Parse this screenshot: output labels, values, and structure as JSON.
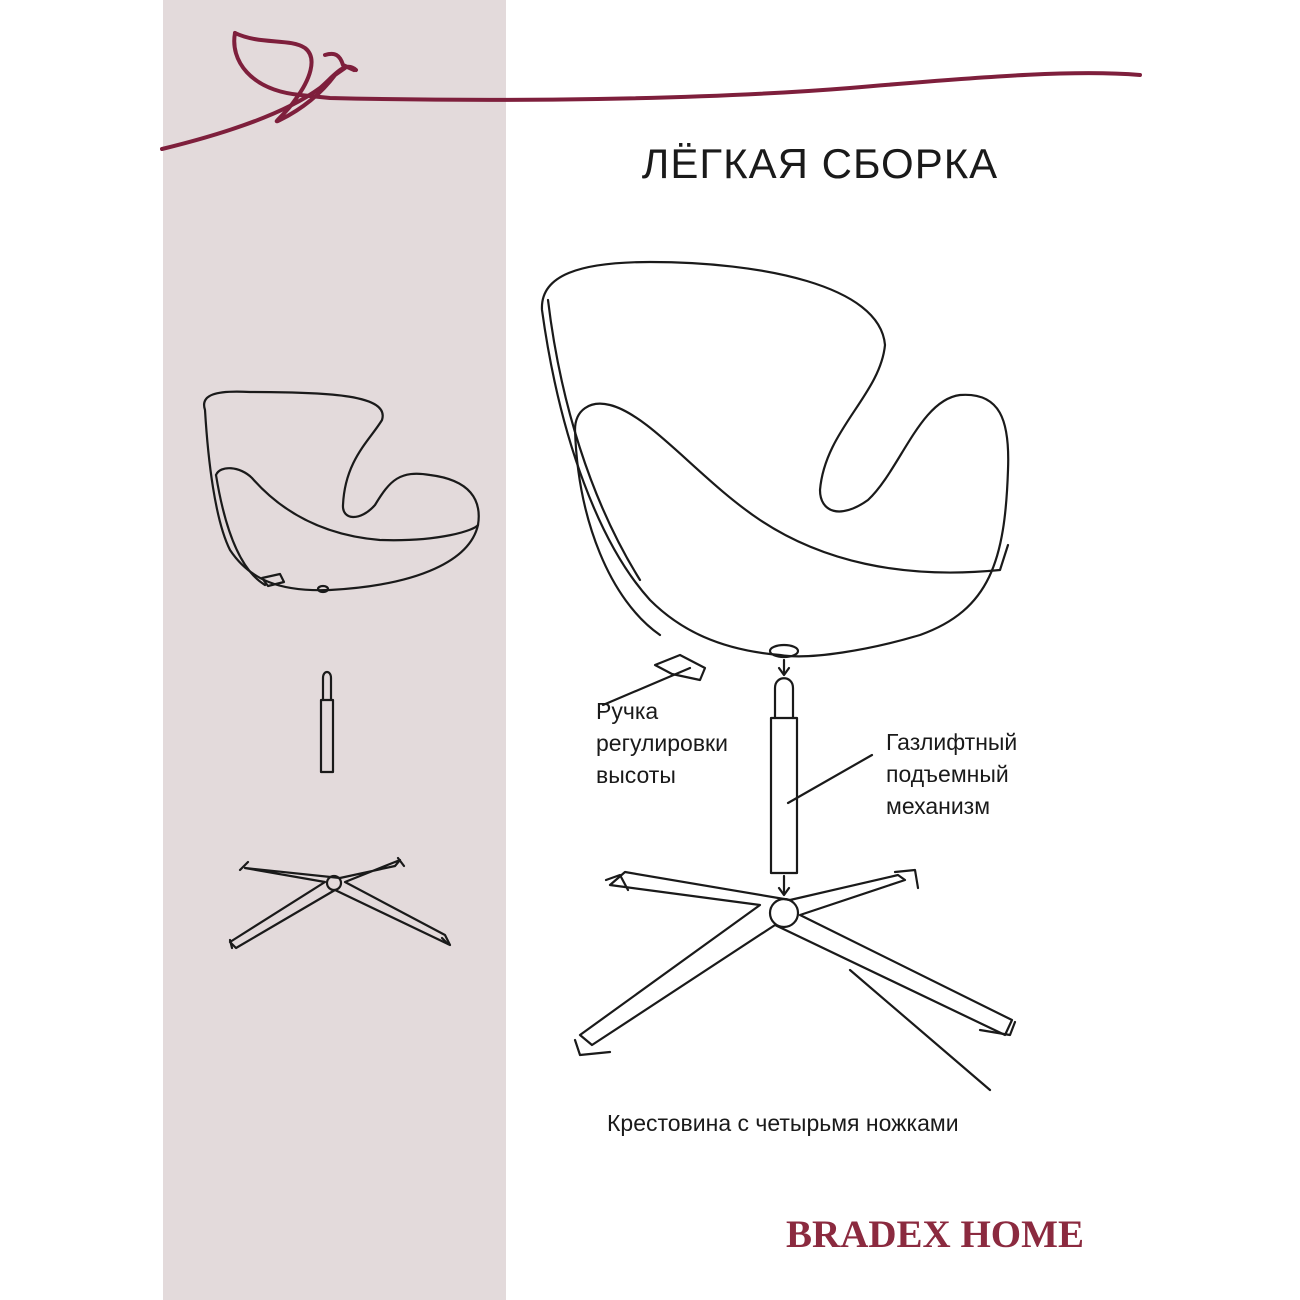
{
  "title": "ЛЁГКАЯ СБОРКА",
  "labels": {
    "handle": [
      "Ручка",
      "регулировки",
      "высоты"
    ],
    "gaslift": [
      "Газлифтный",
      "подъемный",
      "механизм"
    ],
    "base": "Крестовина с четырьмя ножками"
  },
  "brand": "BRADEX HOME",
  "colors": {
    "accent": "#7e1f3c",
    "panel": "#e3dadb",
    "line": "#1a1a1a",
    "brand": "#8b2a3f"
  },
  "icons": [
    "bird-logo",
    "chair-shell",
    "gas-lift",
    "cross-base"
  ]
}
